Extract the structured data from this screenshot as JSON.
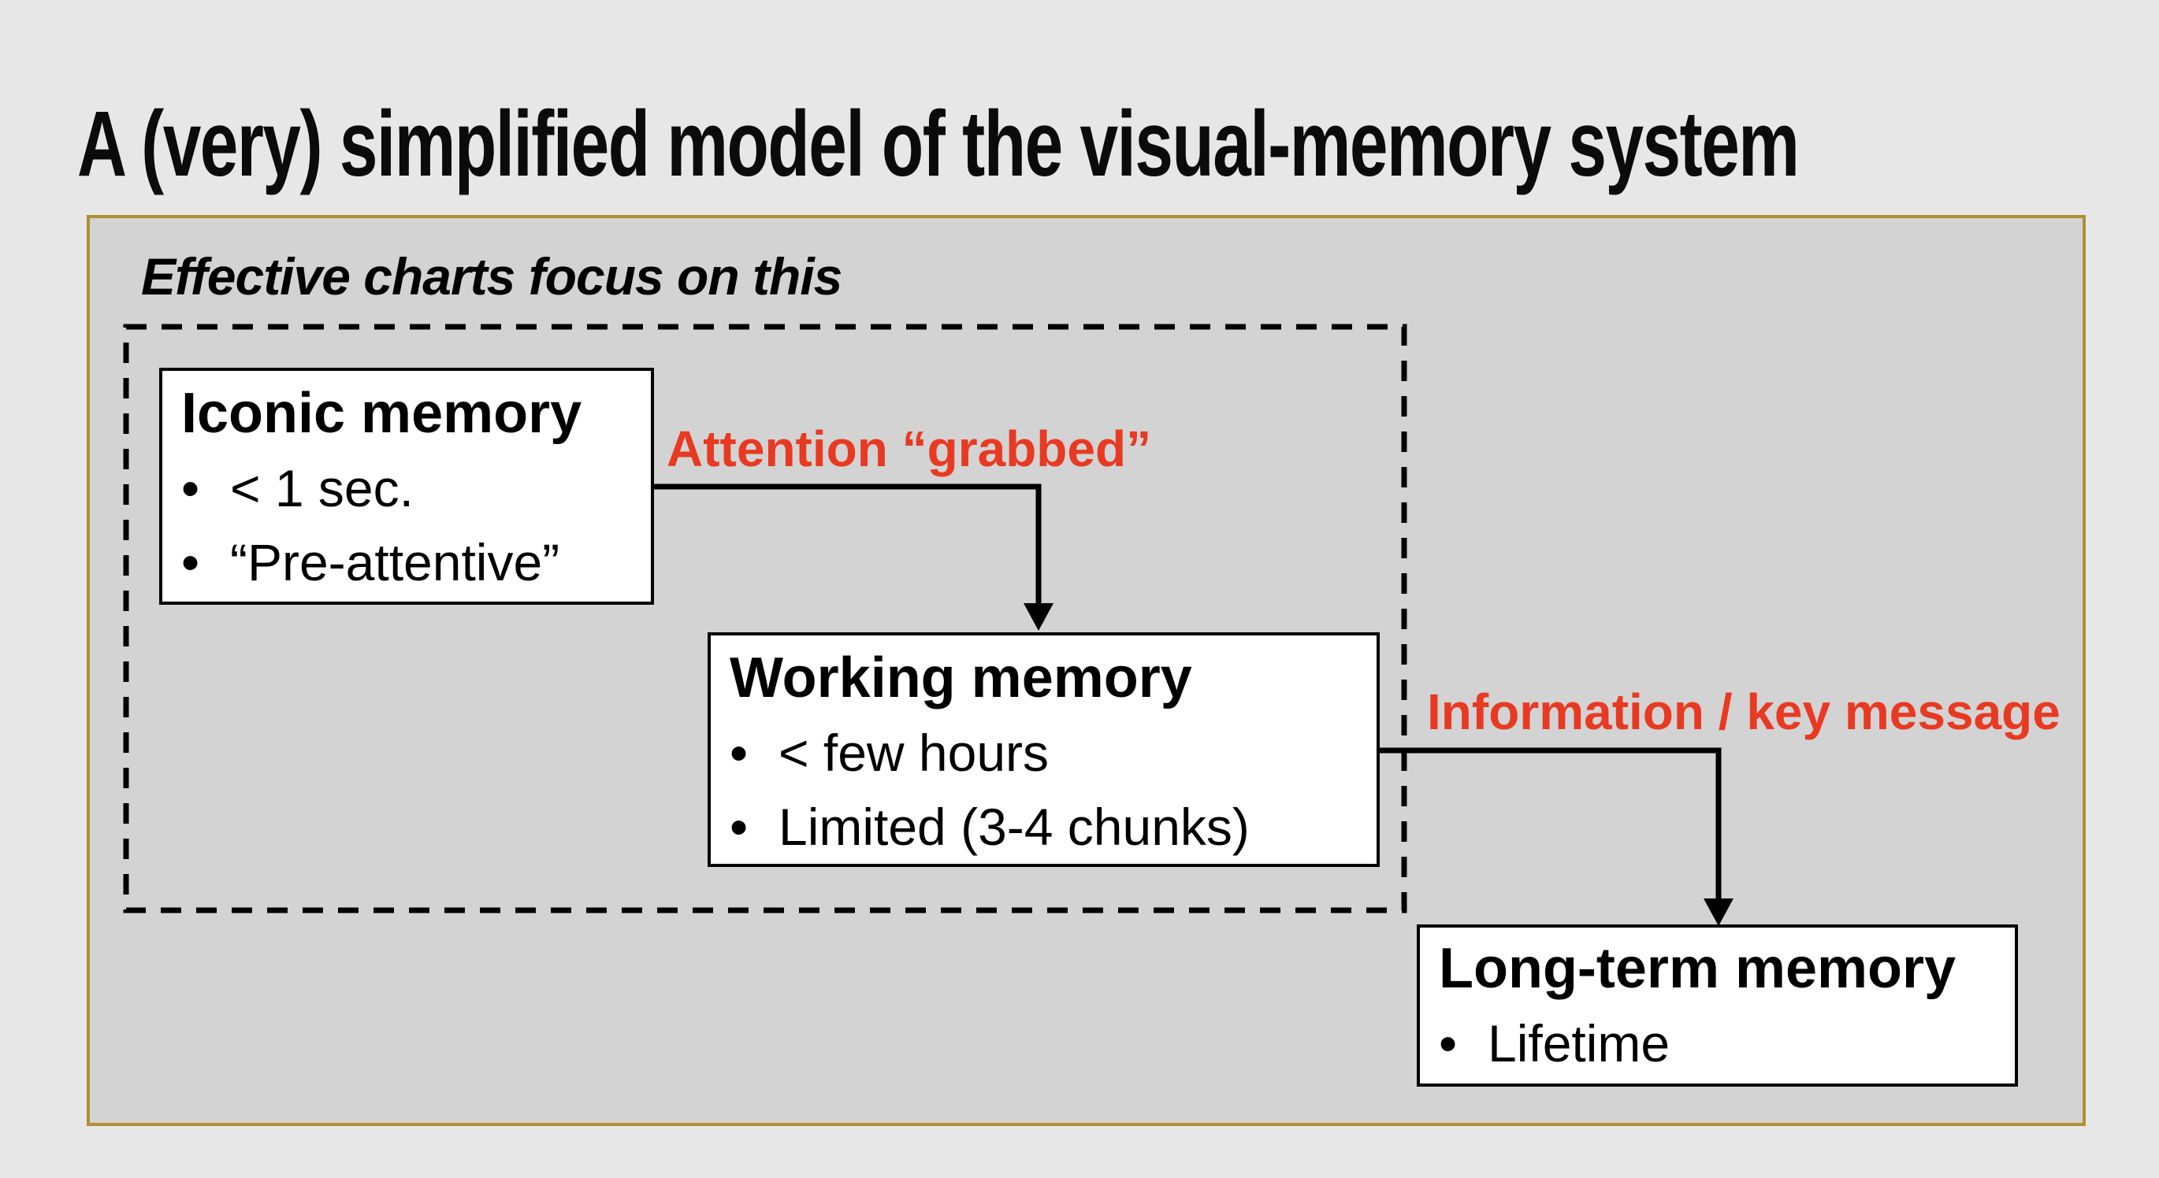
{
  "title": "A (very) simplified model of the visual-memory system",
  "panel": {
    "caption": "Effective charts focus on this"
  },
  "diagram": {
    "boxes": [
      {
        "id": "iconic",
        "title": "Iconic memory",
        "items": [
          "< 1 sec.",
          "“Pre-attentive”"
        ]
      },
      {
        "id": "working",
        "title": "Working memory",
        "items": [
          "< few hours",
          "Limited (3-4 chunks)"
        ]
      },
      {
        "id": "longterm",
        "title": "Long-term memory",
        "items": [
          "Lifetime"
        ]
      }
    ],
    "flow_labels": [
      {
        "id": "attention",
        "text": "Attention “grabbed”"
      },
      {
        "id": "information",
        "text": "Information / key message"
      }
    ]
  },
  "glyphs": {
    "bullet": "•"
  },
  "colors": {
    "page_bg": "#e7e7e7",
    "panel_bg": "#d3d3d3",
    "panel_border": "#b09030",
    "accent_red": "#e83a22",
    "box_bg": "#ffffff",
    "line_black": "#000000"
  }
}
